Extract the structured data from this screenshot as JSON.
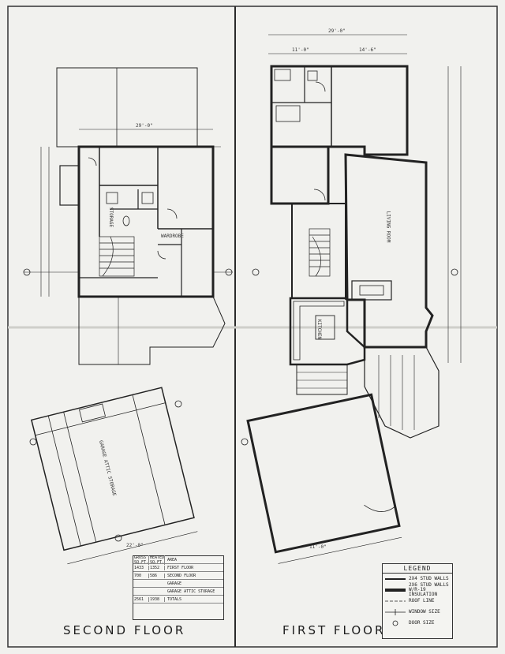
{
  "second_floor_title": "SECOND FLOOR",
  "first_floor_title": "FIRST FLOOR",
  "legend": {
    "title": "LEGEND",
    "items": [
      {
        "label": "2X4 STUD WALLS"
      },
      {
        "label": "2X6 STUD WALLS W/R-19 INSULATION"
      },
      {
        "label": "ROOF LINE"
      },
      {
        "label": "WINDOW SIZE"
      },
      {
        "label": "DOOR SIZE"
      }
    ]
  },
  "area_table": {
    "header": [
      "GROSS SQ.FT.",
      "HEATED SQ.FT.",
      "AREA"
    ],
    "rows": [
      [
        "1433",
        "1352",
        "FIRST FLOOR"
      ],
      [
        "700",
        "586",
        "SECOND FLOOR"
      ],
      [
        "",
        "",
        "GARAGE"
      ],
      [
        "",
        "",
        "GARAGE ATTIC STORAGE"
      ],
      [
        "2561",
        "1938",
        "TOTALS"
      ]
    ]
  },
  "room_labels": {
    "storage": "STORAGE",
    "wardrobe": "WARDROBE",
    "living_room": "LIVING ROOM",
    "kitchen": "KITCHEN",
    "garage_attic": "GARAGE ATTIC STORAGE"
  },
  "dims": {
    "top_first": "29'-0\"",
    "top_first_a": "11'-0\"",
    "top_first_b": "14'-6\"",
    "second_top": "29'-0\"",
    "garage_bottom": "22'-0\"",
    "first_bottom": "11'-0\""
  }
}
